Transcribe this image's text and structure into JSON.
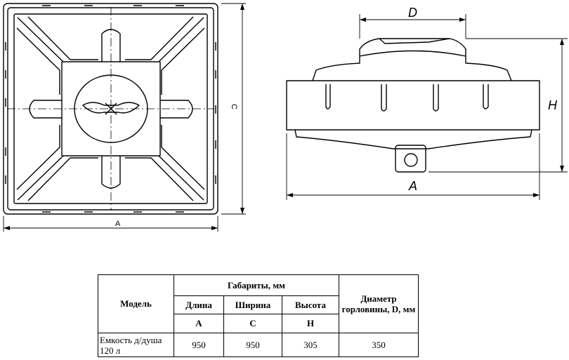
{
  "drawing": {
    "top_view": {
      "dimension_width_label": "A",
      "dimension_side_label": "C"
    },
    "side_view": {
      "dimension_diameter_label": "D",
      "dimension_height_label": "H",
      "dimension_length_label": "A"
    }
  },
  "table": {
    "header_model": "Модель",
    "header_dimensions": "Габариты, мм",
    "header_length": "Длина",
    "header_width": "Ширина",
    "header_height": "Высота",
    "header_diameter": "Диаметр горловины, D, мм",
    "sub_length": "A",
    "sub_width": "C",
    "sub_height": "H",
    "row": {
      "model": "Емкость д/душа 120 л",
      "length": "950",
      "width": "950",
      "height": "305",
      "diameter": "350"
    }
  }
}
